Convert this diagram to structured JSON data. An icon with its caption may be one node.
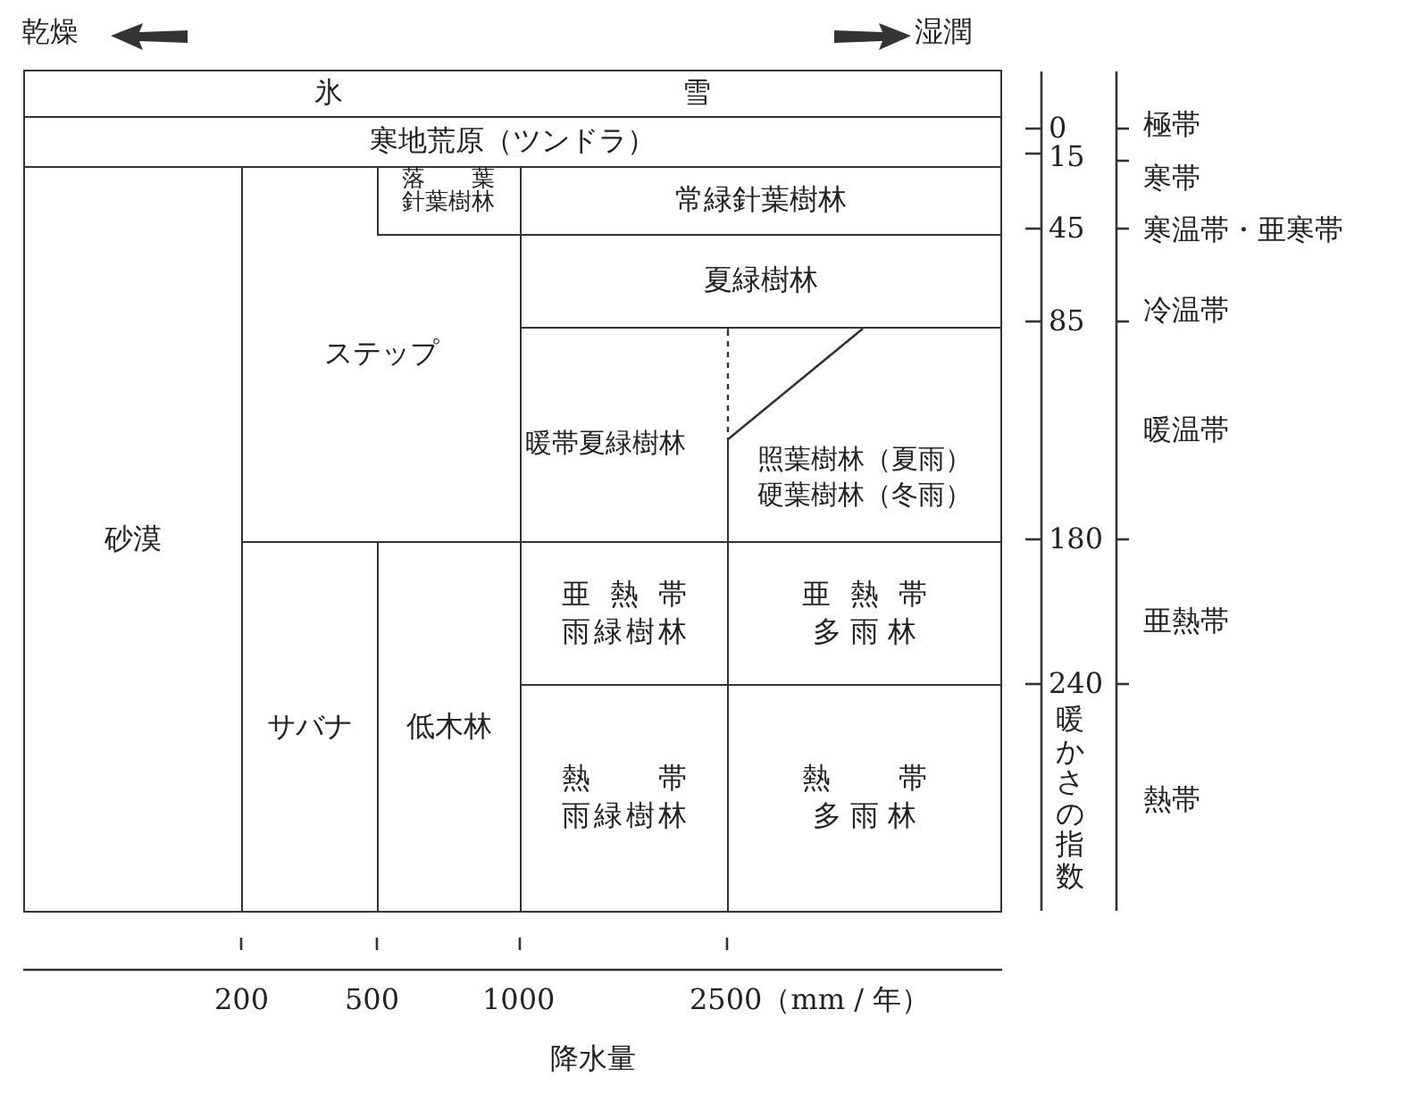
{
  "diagram": {
    "nodes": [
      {
        "text": [
          "氷雪"
        ]
      },
      {
        "text": [
          "寒地荒原（ツンドラ）"
        ]
      },
      {
        "text": [
          "砂漠"
        ]
      },
      {
        "text": [
          "ステップ"
        ]
      },
      {
        "text": [
          "落葉針葉樹林"
        ],
        "in": 3
      },
      {
        "text": [
          "常緑針葉樹林"
        ]
      },
      {
        "text": [
          "夏緑樹林"
        ]
      },
      {
        "text": [
          "暖帯夏緑樹林"
        ]
      },
      {
        "text": [
          "照葉樹林（夏雨）",
          "硬葉樹林（冬雨）"
        ]
      },
      {
        "text": [
          "サバナ"
        ]
      },
      {
        "text": [
          "低木林"
        ]
      },
      {
        "text": [
          "亜熱帯雨緑樹林"
        ]
      },
      {
        "text": [
          "亜熱帯多雨林"
        ]
      },
      {
        "text": [
          "熱帯雨緑樹林"
        ]
      },
      {
        "text": [
          "熱帯多雨林"
        ]
      }
    ],
    "labels": [
      "乾燥",
      "湿潤",
      "0",
      "15",
      "45",
      "85",
      "180",
      "240",
      "暖かさの指数",
      "極帯",
      "寒帯",
      "寒温帯・亜寒帯",
      "冷温帯",
      "暖温帯",
      "亜熱帯",
      "熱帯",
      "200",
      "500",
      "1000",
      "2500（mm / 年）",
      "降水量"
    ]
  }
}
